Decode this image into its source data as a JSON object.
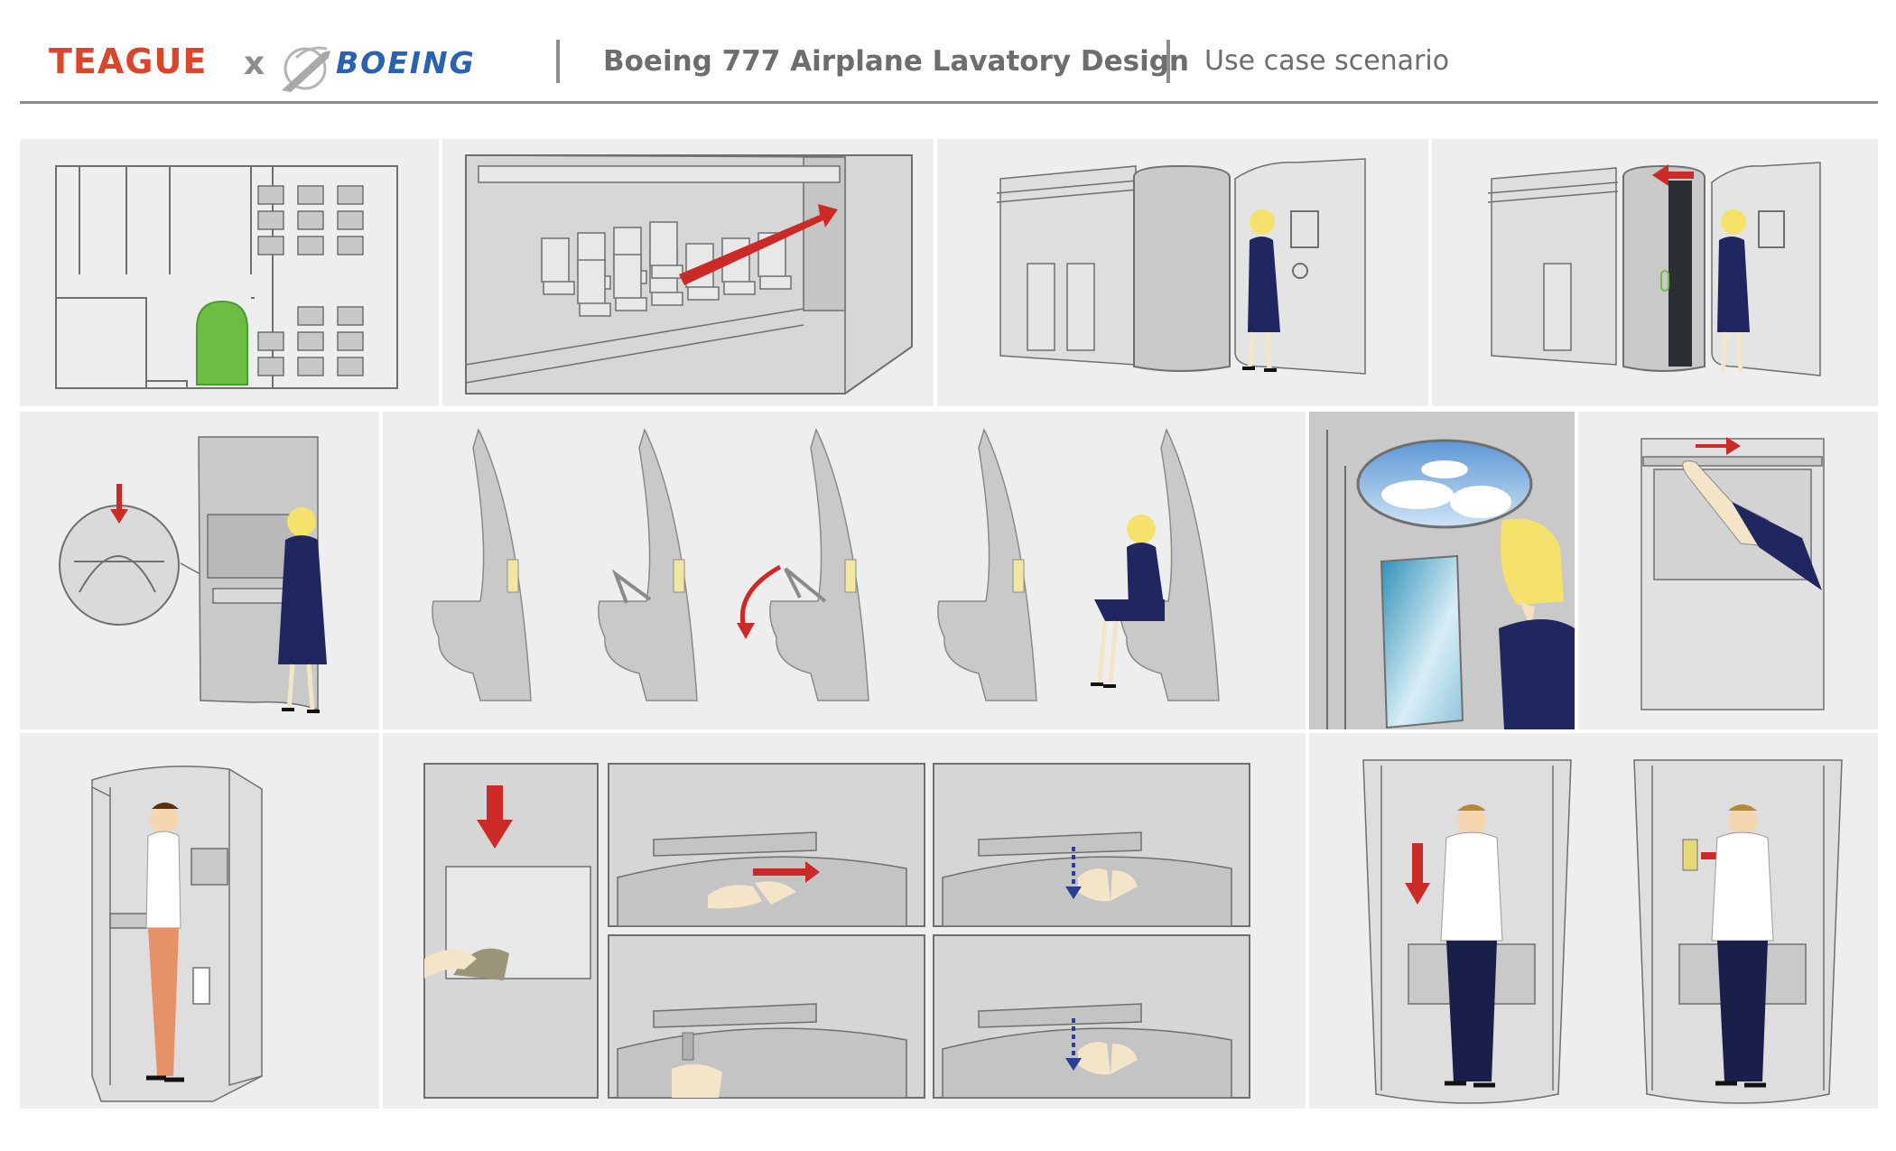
{
  "header": {
    "brand_left": "TEAGUE",
    "times_sign": "x",
    "brand_right": "BOEING",
    "title": "Boeing 777 Airplane Lavatory Design",
    "subtitle": "Use case scenario"
  },
  "colors": {
    "teague_red": "#d9462b",
    "boeing_blue": "#2a62ad",
    "arrow_red": "#cc2a27",
    "panel_bg": "#eeeeee",
    "line_gray": "#6f6f6f",
    "fill_gray": "#c8c8c8",
    "navy": "#1f2660",
    "green": "#6dbd45"
  },
  "panels": [
    {
      "id": "floor-plan",
      "icon": "floor-plan-icon"
    },
    {
      "id": "aisle-arrow",
      "icon": "seat-rows-icon"
    },
    {
      "id": "approach-door",
      "icon": "lavatory-unit-icon"
    },
    {
      "id": "door-open",
      "icon": "sliding-door-icon"
    },
    {
      "id": "wash-hands",
      "icon": "sink-icon"
    },
    {
      "id": "seat-sequence",
      "icon": "toilet-seat-icon"
    },
    {
      "id": "skylight-mirror",
      "icon": "skylight-icon"
    },
    {
      "id": "slide-handle",
      "icon": "hand-icon"
    },
    {
      "id": "man-standing",
      "icon": "person-icon"
    },
    {
      "id": "faucet-steps",
      "icon": "faucet-icon"
    },
    {
      "id": "man-exit",
      "icon": "person-icon"
    }
  ]
}
